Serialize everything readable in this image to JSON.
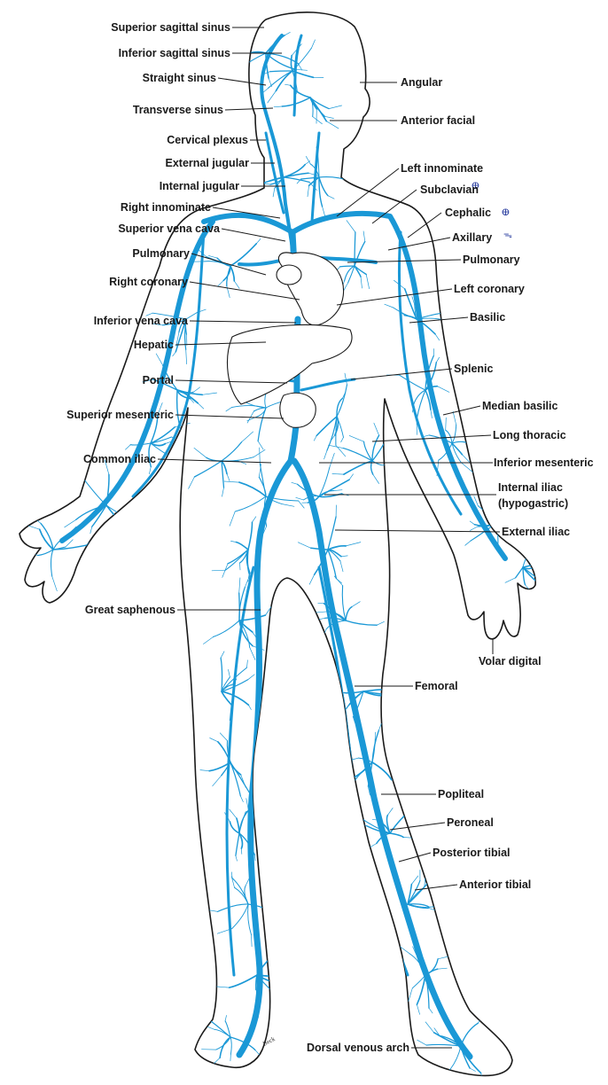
{
  "colors": {
    "vein": "#1a98d6",
    "outline": "#1a1a1a",
    "background": "#ffffff"
  },
  "signature": "Beck",
  "marks": [
    "ⴲ",
    "ⴲ",
    "ᯓ"
  ],
  "labels": {
    "superior_sagittal_sinus": "Superior sagittal sinus",
    "inferior_sagittal_sinus": "Inferior sagittal sinus",
    "straight_sinus": "Straight sinus",
    "transverse_sinus": "Transverse sinus",
    "cervical_plexus": "Cervical plexus",
    "external_jugular": "External jugular",
    "internal_jugular": "Internal jugular",
    "right_innominate": "Right innominate",
    "superior_vena_cava": "Superior vena cava",
    "pulmonary_right": "Pulmonary",
    "right_coronary": "Right coronary",
    "inferior_vena_cava": "Inferior vena cava",
    "hepatic": "Hepatic",
    "portal": "Portal",
    "superior_mesenteric": "Superior mesenteric",
    "common_iliac": "Common iliac",
    "great_saphenous": "Great saphenous",
    "angular": "Angular",
    "anterior_facial": "Anterior facial",
    "left_innominate": "Left innominate",
    "subclavian": "Subclavian",
    "cephalic": "Cephalic",
    "axillary": "Axillary",
    "pulmonary_left": "Pulmonary",
    "left_coronary": "Left coronary",
    "basilic": "Basilic",
    "splenic": "Splenic",
    "median_basilic": "Median basilic",
    "long_thoracic": "Long thoracic",
    "inferior_mesenteric": "Inferior mesenteric",
    "internal_iliac_line1": "Internal iliac",
    "internal_iliac_line2": "(hypogastric)",
    "external_iliac": "External iliac",
    "volar_digital": "Volar digital",
    "femoral": "Femoral",
    "popliteal": "Popliteal",
    "peroneal": "Peroneal",
    "posterior_tibial": "Posterior tibial",
    "anterior_tibial": "Anterior tibial",
    "dorsal_venous_arch": "Dorsal venous arch"
  }
}
